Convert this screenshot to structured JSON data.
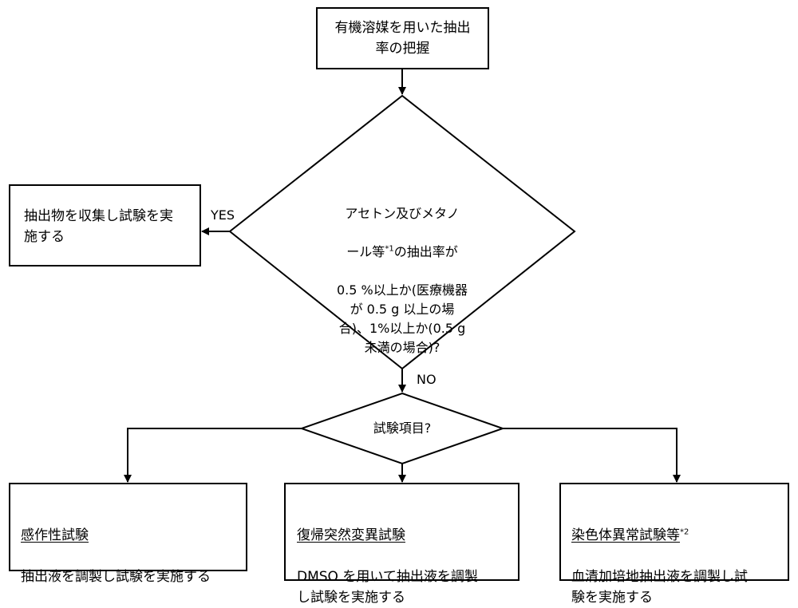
{
  "start_box": {
    "text": "有機溶媒を用いた抽出\n率の把握"
  },
  "decision1": {
    "line1": "アセトン及びメタノ",
    "line2_pre": "ール等",
    "line2_sup": "*1",
    "line2_post": "の抽出率が",
    "rest": "0.5 %以上か(医療機器\nが 0.5 g 以上の場\n合)、1%以上か(0.5 g\n未満の場合)?"
  },
  "yes_label": "YES",
  "no_label": "NO",
  "yes_box": {
    "text": "抽出物を収集し試験を実\n施する"
  },
  "decision2": {
    "text": "試験項目?"
  },
  "box_left": {
    "title": "感作性試験",
    "body": "抽出液を調製し試験を実施する"
  },
  "box_mid": {
    "title": "復帰突然変異試験",
    "body": "DMSO を用いて抽出液を調製\nし試験を実施する"
  },
  "box_right": {
    "title": "染色体異常試験等",
    "title_sup": "*2",
    "body": "血清加培地抽出液を調製し試\n験を実施する"
  }
}
